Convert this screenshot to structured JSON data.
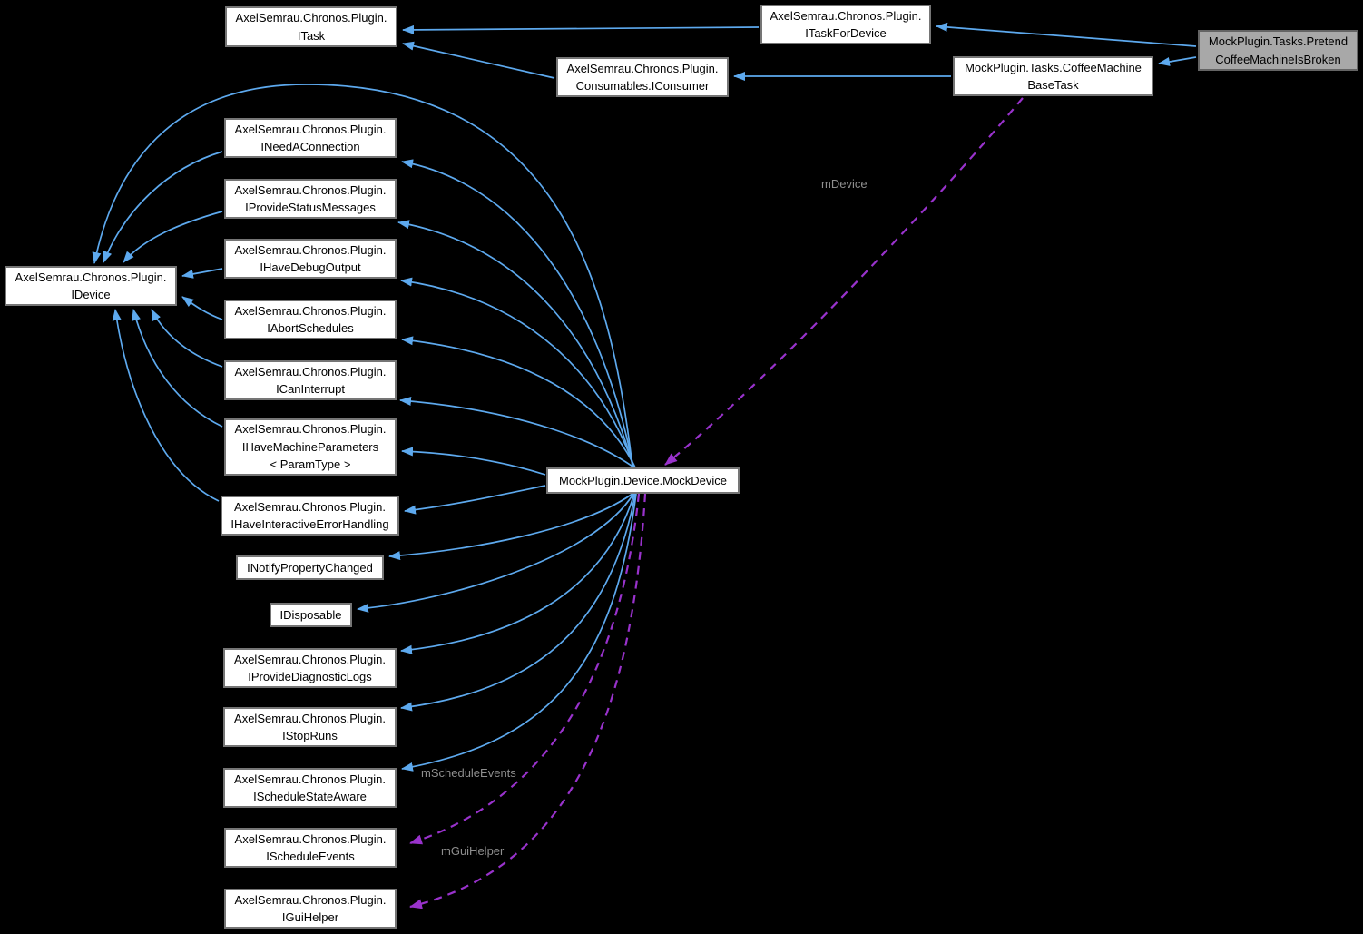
{
  "diagram": {
    "colors": {
      "edge-blue": "#5da9ee",
      "edge-purple": "#9932cc",
      "node-bg": "#ffffff",
      "node-border": "#757575",
      "highlight-bg": "#a8a8a8",
      "highlight-border": "#646464",
      "label-gray": "#8e8e8e",
      "background": "#000000"
    },
    "nodes": [
      {
        "id": "itask",
        "lines": [
          "AxelSemrau.Chronos.Plugin.",
          "ITask"
        ]
      },
      {
        "id": "itaskfordevice",
        "lines": [
          "AxelSemrau.Chronos.Plugin.",
          "ITaskForDevice"
        ]
      },
      {
        "id": "iconsumer",
        "lines": [
          "AxelSemrau.Chronos.Plugin.",
          "Consumables.IConsumer"
        ]
      },
      {
        "id": "coffeemachinebasetask",
        "lines": [
          "MockPlugin.Tasks.CoffeeMachine",
          "BaseTask"
        ]
      },
      {
        "id": "pretendcoffeemachineisbroken",
        "lines": [
          "MockPlugin.Tasks.Pretend",
          "CoffeeMachineIsBroken"
        ],
        "highlight": true
      },
      {
        "id": "idevice",
        "lines": [
          "AxelSemrau.Chronos.Plugin.",
          "IDevice"
        ]
      },
      {
        "id": "ineedaconnection",
        "lines": [
          "AxelSemrau.Chronos.Plugin.",
          "INeedAConnection"
        ]
      },
      {
        "id": "iprovidestatusmessages",
        "lines": [
          "AxelSemrau.Chronos.Plugin.",
          "IProvideStatusMessages"
        ]
      },
      {
        "id": "ihavedebugoutput",
        "lines": [
          "AxelSemrau.Chronos.Plugin.",
          "IHaveDebugOutput"
        ]
      },
      {
        "id": "iabortschedules",
        "lines": [
          "AxelSemrau.Chronos.Plugin.",
          "IAbortSchedules"
        ]
      },
      {
        "id": "icaninterrupt",
        "lines": [
          "AxelSemrau.Chronos.Plugin.",
          "ICanInterrupt"
        ]
      },
      {
        "id": "ihavemachineparameters",
        "lines": [
          "AxelSemrau.Chronos.Plugin.",
          "IHaveMachineParameters",
          "< ParamType >"
        ]
      },
      {
        "id": "ihaveinteractiveerrorhandling",
        "lines": [
          "AxelSemrau.Chronos.Plugin.",
          "IHaveInteractiveErrorHandling"
        ]
      },
      {
        "id": "inotifypropertychanged",
        "lines": [
          "INotifyPropertyChanged"
        ]
      },
      {
        "id": "idisposable",
        "lines": [
          "IDisposable"
        ]
      },
      {
        "id": "iprovidediagnosticlogs",
        "lines": [
          "AxelSemrau.Chronos.Plugin.",
          "IProvideDiagnosticLogs"
        ]
      },
      {
        "id": "istopruns",
        "lines": [
          "AxelSemrau.Chronos.Plugin.",
          "IStopRuns"
        ]
      },
      {
        "id": "ischedulestateaware",
        "lines": [
          "AxelSemrau.Chronos.Plugin.",
          "IScheduleStateAware"
        ]
      },
      {
        "id": "ischeduleevents",
        "lines": [
          "AxelSemrau.Chronos.Plugin.",
          "IScheduleEvents"
        ]
      },
      {
        "id": "iguihelper",
        "lines": [
          "AxelSemrau.Chronos.Plugin.",
          "IGuiHelper"
        ]
      },
      {
        "id": "mockdevice",
        "lines": [
          "MockPlugin.Device.MockDevice"
        ]
      }
    ],
    "edge_labels": [
      {
        "text": "mDevice"
      },
      {
        "text": "mScheduleEvents"
      },
      {
        "text": "mGuiHelper"
      }
    ],
    "edges": [
      {
        "from": "itaskfordevice",
        "to": "itask",
        "style": "solid"
      },
      {
        "from": "iconsumer",
        "to": "itask",
        "style": "solid"
      },
      {
        "from": "coffeemachinebasetask",
        "to": "iconsumer",
        "style": "solid"
      },
      {
        "from": "pretendcoffeemachineisbroken",
        "to": "itaskfordevice",
        "style": "solid"
      },
      {
        "from": "pretendcoffeemachineisbroken",
        "to": "coffeemachinebasetask",
        "style": "solid"
      },
      {
        "from": "coffeemachinebasetask",
        "to": "mockdevice",
        "style": "dashed",
        "label": "mDevice"
      },
      {
        "from": "mockdevice",
        "to": "idevice",
        "style": "solid"
      },
      {
        "from": "mockdevice",
        "to": "ineedaconnection",
        "style": "solid"
      },
      {
        "from": "mockdevice",
        "to": "iprovidestatusmessages",
        "style": "solid"
      },
      {
        "from": "mockdevice",
        "to": "ihavedebugoutput",
        "style": "solid"
      },
      {
        "from": "mockdevice",
        "to": "iabortschedules",
        "style": "solid"
      },
      {
        "from": "mockdevice",
        "to": "icaninterrupt",
        "style": "solid"
      },
      {
        "from": "mockdevice",
        "to": "ihavemachineparameters",
        "style": "solid"
      },
      {
        "from": "mockdevice",
        "to": "ihaveinteractiveerrorhandling",
        "style": "solid"
      },
      {
        "from": "mockdevice",
        "to": "inotifypropertychanged",
        "style": "solid"
      },
      {
        "from": "mockdevice",
        "to": "idisposable",
        "style": "solid"
      },
      {
        "from": "mockdevice",
        "to": "iprovidediagnosticlogs",
        "style": "solid"
      },
      {
        "from": "mockdevice",
        "to": "istopruns",
        "style": "solid"
      },
      {
        "from": "mockdevice",
        "to": "ischedulestateaware",
        "style": "solid"
      },
      {
        "from": "ineedaconnection",
        "to": "idevice",
        "style": "solid"
      },
      {
        "from": "iprovidestatusmessages",
        "to": "idevice",
        "style": "solid"
      },
      {
        "from": "ihavedebugoutput",
        "to": "idevice",
        "style": "solid"
      },
      {
        "from": "iabortschedules",
        "to": "idevice",
        "style": "solid"
      },
      {
        "from": "icaninterrupt",
        "to": "idevice",
        "style": "solid"
      },
      {
        "from": "ihavemachineparameters",
        "to": "idevice",
        "style": "solid"
      },
      {
        "from": "ihaveinteractiveerrorhandling",
        "to": "idevice",
        "style": "solid"
      },
      {
        "from": "mockdevice",
        "to": "ischeduleevents",
        "style": "dashed",
        "label": "mScheduleEvents"
      },
      {
        "from": "mockdevice",
        "to": "iguihelper",
        "style": "dashed",
        "label": "mGuiHelper"
      }
    ]
  }
}
